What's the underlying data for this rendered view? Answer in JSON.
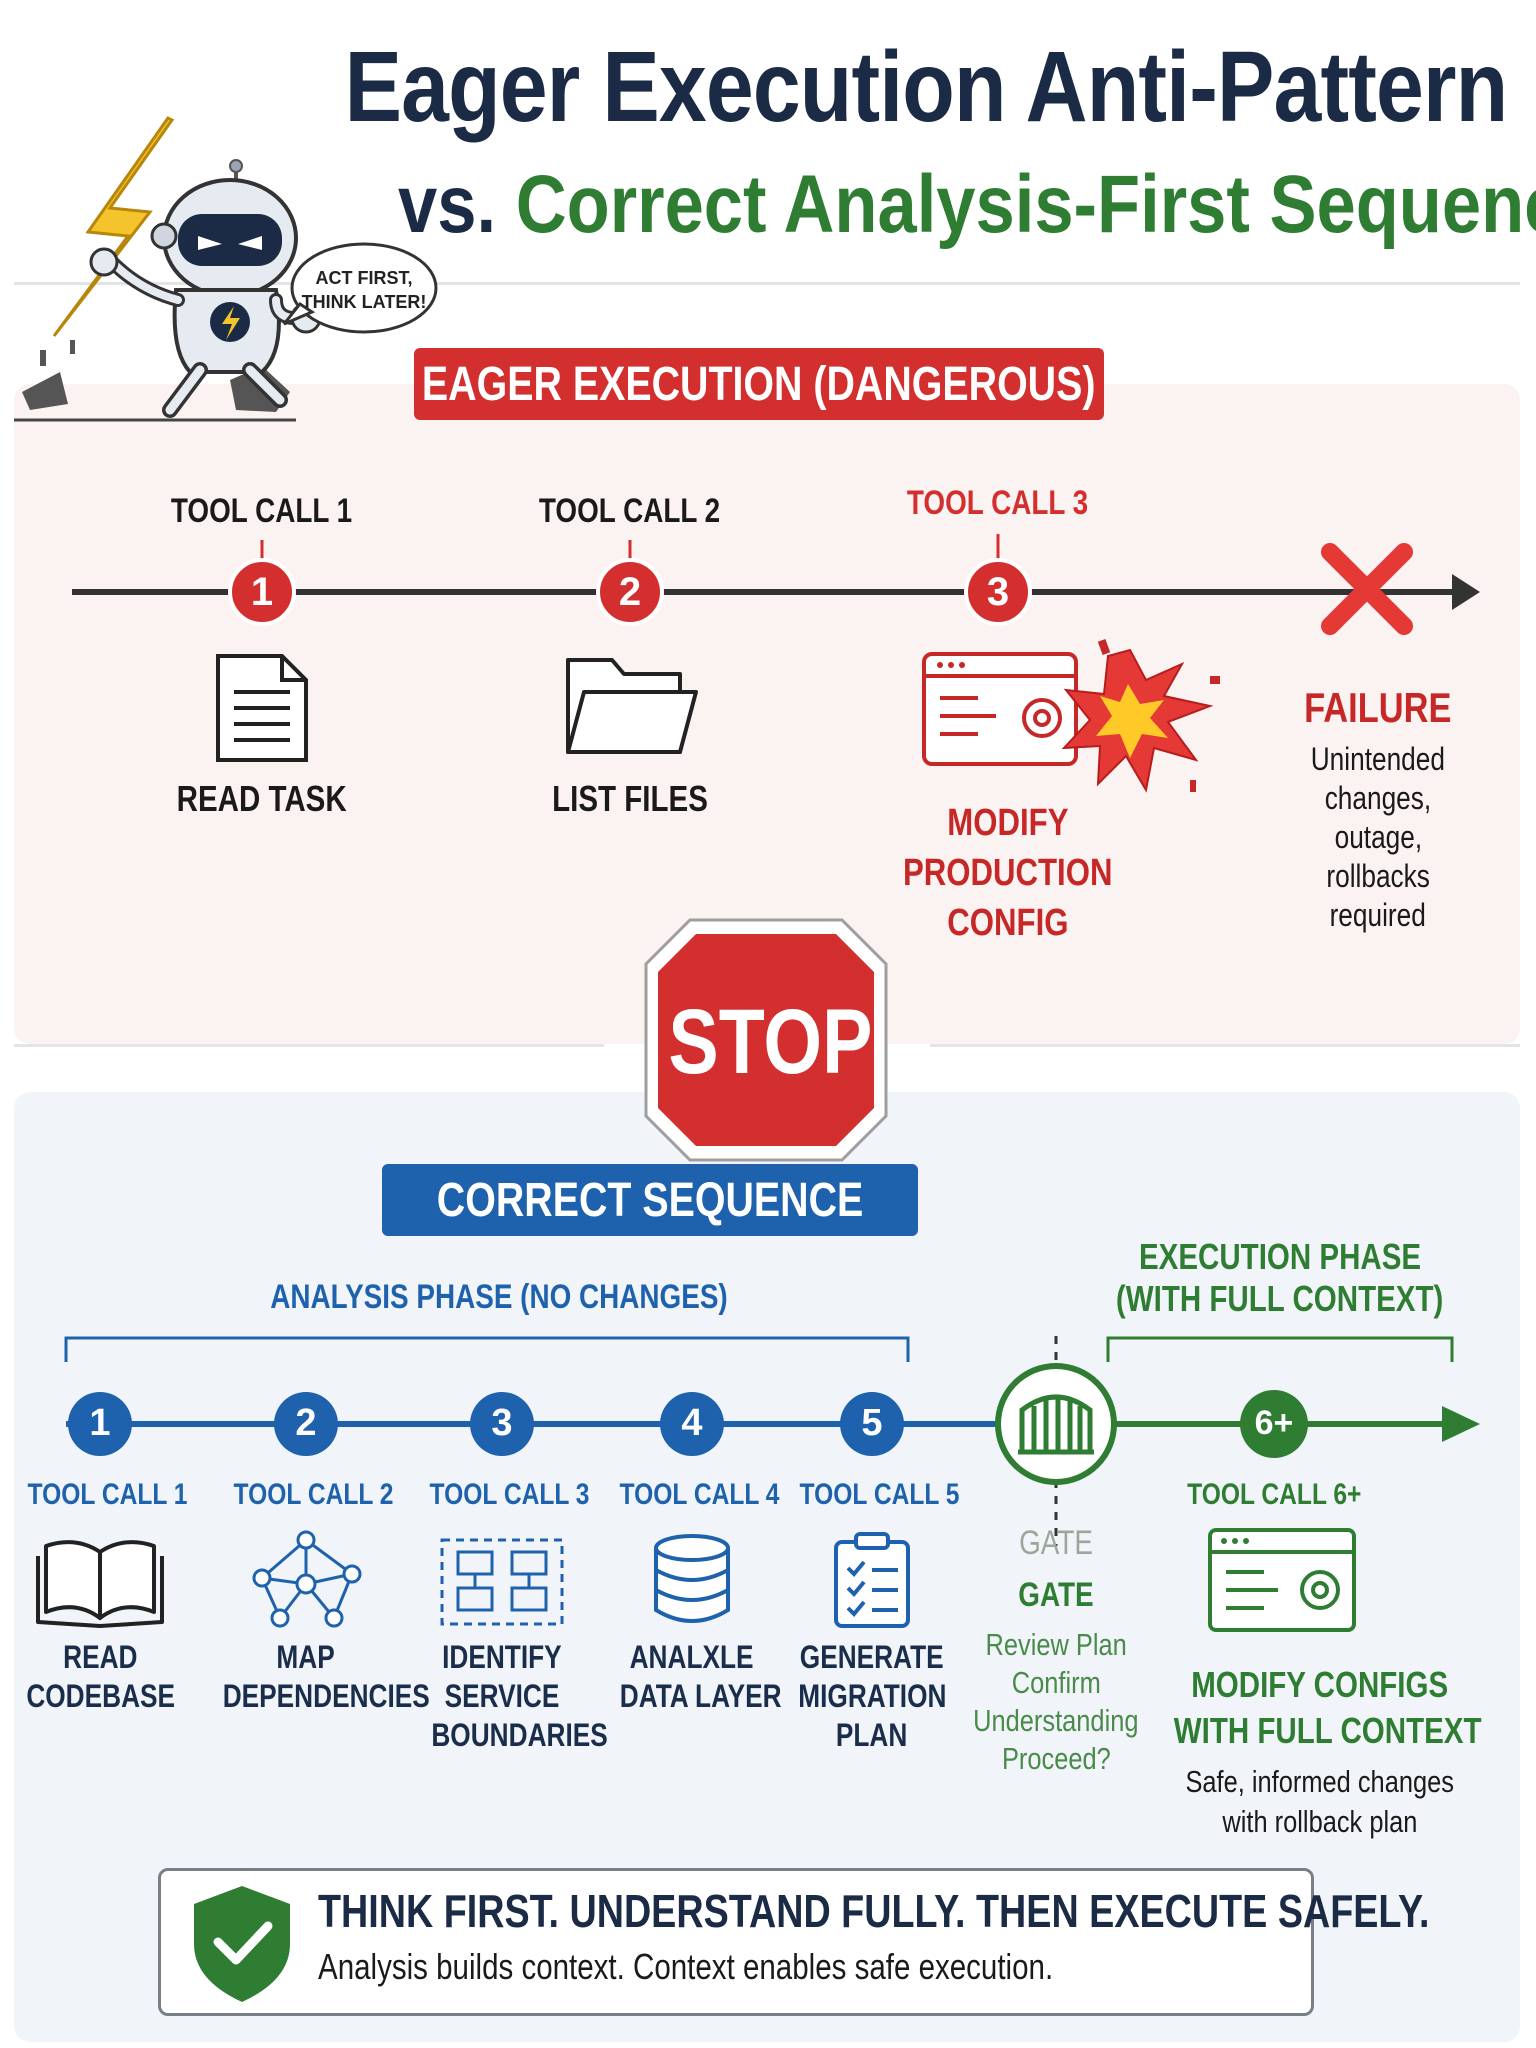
{
  "title": {
    "line1": "Eager Execution Anti-Pattern",
    "line2_prefix": "vs.",
    "line2_highlight": "Correct Analysis-First Sequence"
  },
  "robot": {
    "speech": "ACT FIRST, THINK LATER!"
  },
  "eager": {
    "banner": "EAGER EXECUTION (DANGEROUS)",
    "steps": [
      {
        "number": "1",
        "tool": "TOOL CALL 1",
        "action": "READ TASK",
        "icon": "document-icon"
      },
      {
        "number": "2",
        "tool": "TOOL CALL 2",
        "action": "LIST FILES",
        "icon": "folder-icon"
      },
      {
        "number": "3",
        "tool": "TOOL CALL 3",
        "action_lines": [
          "MODIFY",
          "PRODUCTION",
          "CONFIG"
        ],
        "icon": "config-window-explosion-icon"
      }
    ],
    "failure": {
      "title": "FAILURE",
      "lines": [
        "Unintended",
        "changes,",
        "outage,",
        "rollbacks",
        "required"
      ]
    }
  },
  "stop_sign": "STOP",
  "correct": {
    "banner": "CORRECT SEQUENCE",
    "analysis_phase": "ANALYSIS PHASE (NO CHANGES)",
    "execution_phase_lines": [
      "EXECUTION PHASE",
      "(WITH FULL CONTEXT)"
    ],
    "steps": [
      {
        "number": "1",
        "tool": "TOOL CALL 1",
        "action_lines": [
          "READ",
          "CODEBASE"
        ],
        "icon": "open-book-icon"
      },
      {
        "number": "2",
        "tool": "TOOL CALL 2",
        "action_lines": [
          "MAP",
          "DEPENDENCIES"
        ],
        "icon": "network-graph-icon"
      },
      {
        "number": "3",
        "tool": "TOOL CALL 3",
        "action_lines": [
          "IDENTIFY",
          "SERVICE",
          "BOUNDARIES"
        ],
        "icon": "service-boxes-icon"
      },
      {
        "number": "4",
        "tool": "TOOL CALL 4",
        "action_lines": [
          "ANALXLE",
          "DATA LAYER"
        ],
        "icon": "database-icon"
      },
      {
        "number": "5",
        "tool": "TOOL CALL 5",
        "action_lines": [
          "GENERATE",
          "MIGRATION",
          "PLAN"
        ],
        "icon": "checklist-icon"
      }
    ],
    "gate": {
      "label_faded": "GATE",
      "label": "GATE",
      "lines": [
        "Review Plan",
        "Confirm",
        "Understanding",
        "Proceed?"
      ],
      "icon": "gate-icon"
    },
    "execution_step": {
      "number": "6+",
      "tool": "TOOL CALL 6+",
      "action_lines": [
        "MODIFY CONFIGS",
        "WITH FULL CONTEXT"
      ],
      "desc_lines": [
        "Safe, informed changes",
        "with rollback plan"
      ],
      "icon": "config-window-icon"
    }
  },
  "summary": {
    "title": "THINK FIRST. UNDERSTAND FULLY. THEN EXECUTE SAFELY.",
    "subtitle": "Analysis builds context. Context enables safe execution.",
    "icon": "shield-check-icon"
  },
  "colors": {
    "navy": "#1c2b45",
    "green": "#2e7d32",
    "red": "#d32f2f",
    "blue": "#1e62ad"
  }
}
